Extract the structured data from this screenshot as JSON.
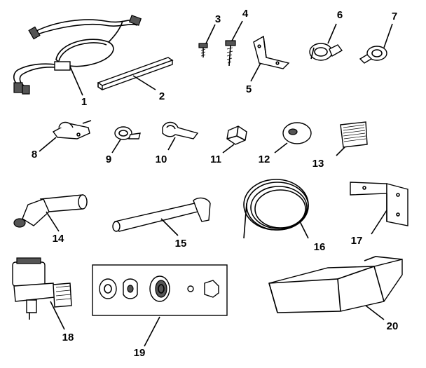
{
  "labels": {
    "p1": "1",
    "p2": "2",
    "p3": "3",
    "p4": "4",
    "p5": "5",
    "p6": "6",
    "p7": "7",
    "p8": "8",
    "p9": "9",
    "p10": "10",
    "p11": "11",
    "p12": "12",
    "p13": "13",
    "p14": "14",
    "p15": "15",
    "p16": "16",
    "p17": "17",
    "p18": "18",
    "p19": "19",
    "p20": "20"
  },
  "colors": {
    "line": "#000000",
    "background": "#ffffff",
    "shade": "#555555"
  }
}
